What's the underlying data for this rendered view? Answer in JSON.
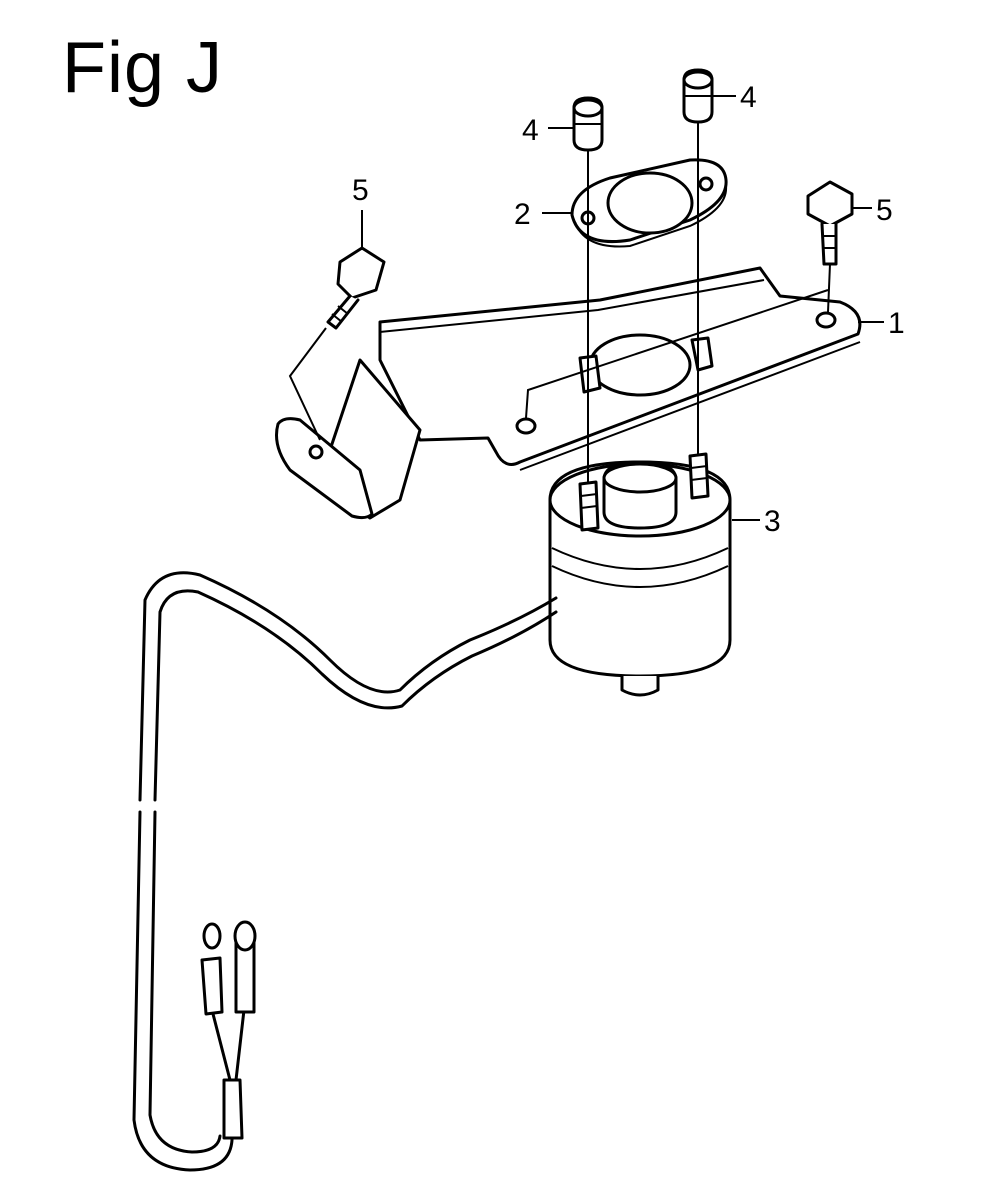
{
  "figure": {
    "title": "Fig J"
  },
  "callouts": [
    {
      "id": "c1",
      "label": "1"
    },
    {
      "id": "c2",
      "label": "2"
    },
    {
      "id": "c3",
      "label": "3"
    },
    {
      "id": "c4a",
      "label": "4"
    },
    {
      "id": "c4b",
      "label": "4"
    },
    {
      "id": "c5a",
      "label": "5"
    },
    {
      "id": "c5b",
      "label": "5"
    }
  ]
}
